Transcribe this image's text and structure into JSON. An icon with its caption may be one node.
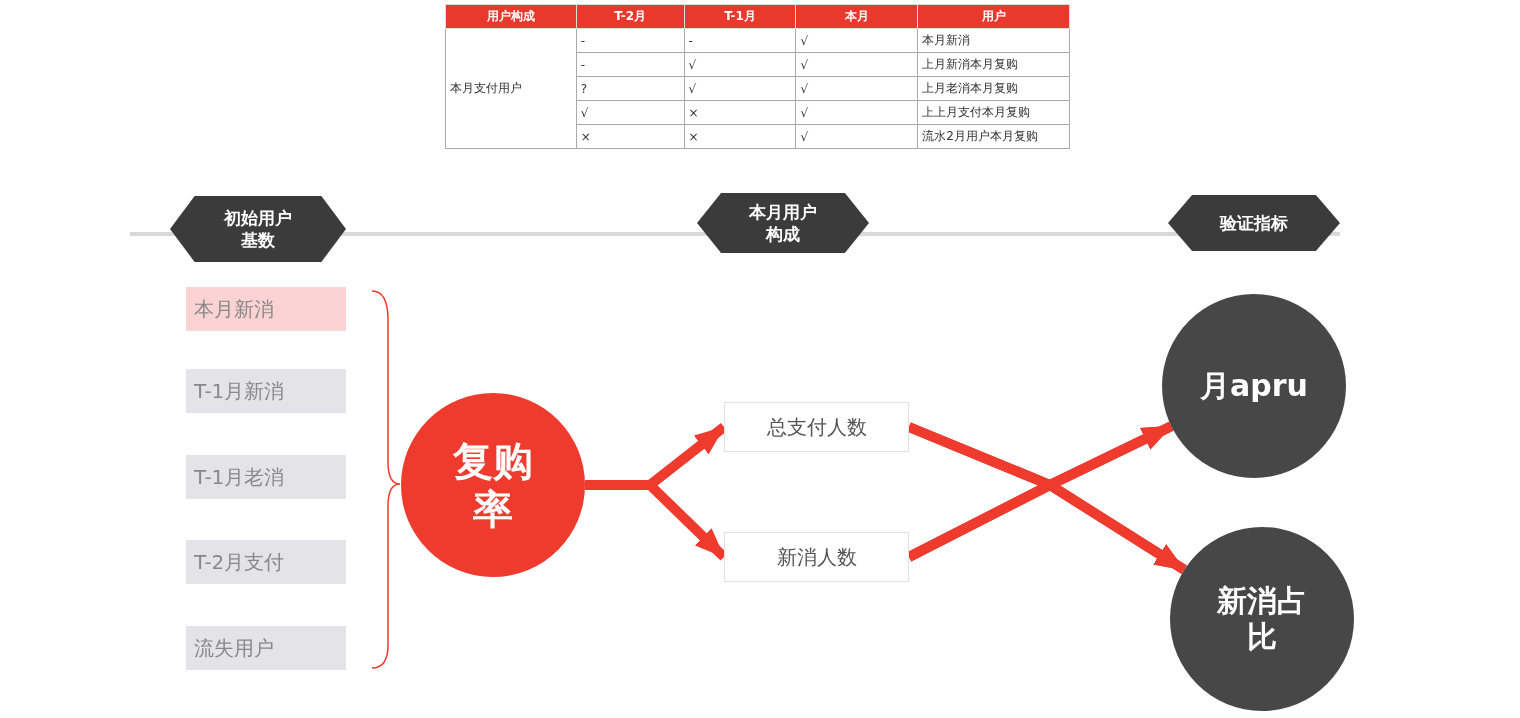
{
  "diagram": {
    "nodes": [
      {
        "text": [
          "初始用户基数"
        ]
      },
      {
        "text": [
          "本月用户构成"
        ]
      },
      {
        "text": [
          "验证指标"
        ]
      },
      {
        "text": [
          "本月新消"
        ]
      },
      {
        "text": [
          "T-1月新消"
        ]
      },
      {
        "text": [
          "T-1月老消"
        ]
      },
      {
        "text": [
          "T-2月支付"
        ]
      },
      {
        "text": [
          "流失用户"
        ]
      },
      {
        "text": [
          "复购率"
        ]
      },
      {
        "text": [
          "总支付人数"
        ]
      },
      {
        "text": [
          "新消人数"
        ]
      },
      {
        "text": [
          "月apru"
        ]
      },
      {
        "text": [
          "新消占比"
        ]
      }
    ],
    "edges": [
      {
        "from": 8,
        "to": 9,
        "arrow": "to"
      },
      {
        "from": 8,
        "to": 10,
        "arrow": "to"
      },
      {
        "from": 9,
        "to": 11,
        "arrow": "to"
      },
      {
        "from": 9,
        "to": 12,
        "arrow": "to"
      },
      {
        "from": 10,
        "to": 11,
        "arrow": "to"
      },
      {
        "from": 10,
        "to": 12,
        "arrow": "to"
      }
    ],
    "labels": [
      "用户构成",
      "T-2月",
      "T-1月",
      "本月",
      "用户",
      "本月支付用户",
      "-",
      "-",
      "√",
      "本月新消",
      "-",
      "√",
      "√",
      "上月新消本月复购",
      "?",
      "√",
      "√",
      "上月老消本月复购",
      "√",
      "×",
      "√",
      "上上月支付本月复购",
      "×",
      "×",
      "√",
      "流水2月用户本月复购"
    ]
  }
}
